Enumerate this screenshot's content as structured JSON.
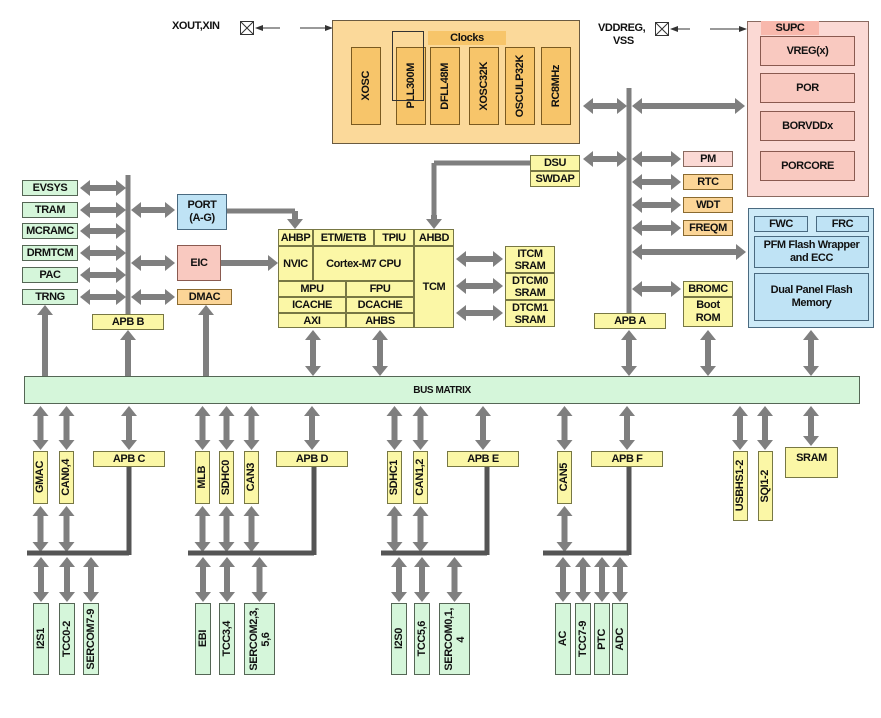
{
  "diagram": {
    "type": "microcontroller-block-diagram",
    "pins": {
      "clock_pins": "XOUT,XIN",
      "power_pins_line1": "VDDREG,",
      "power_pins_line2": "VSS"
    },
    "clocks": {
      "title": "Clocks",
      "items": [
        "XOSC",
        "PLL300M",
        "DFLL48M",
        "XOSC32K",
        "OSCULP32K",
        "RC8MHz"
      ]
    },
    "supc": {
      "title": "SUPC",
      "items": [
        "VREG(x)",
        "POR",
        "BORVDDx",
        "PORCORE"
      ]
    },
    "apb_b_peripherals_left": [
      "EVSYS",
      "TRAM",
      "MCRAMC",
      "DRMTCM",
      "PAC",
      "TRNG"
    ],
    "port": {
      "line1": "PORT",
      "line2": "(A-G)"
    },
    "eic": "EIC",
    "dmac": "DMAC",
    "apb_b": "APB B",
    "dsu": "DSU",
    "swdap": "SWDAP",
    "cpu": {
      "ahbp": "AHBP",
      "etm": "ETM/ETB",
      "tpiu": "TPIU",
      "ahbd": "AHBD",
      "nvic": "NVIC",
      "core": "Cortex-M7 CPU",
      "tcm": "TCM",
      "mpu": "MPU",
      "fpu": "FPU",
      "icache": "ICACHE",
      "dcache": "DCACHE",
      "axi": "AXI",
      "ahbs": "AHBS"
    },
    "tcm_srams": [
      {
        "line1": "ITCM",
        "line2": "SRAM"
      },
      {
        "line1": "DTCM0",
        "line2": "SRAM"
      },
      {
        "line1": "DTCM1",
        "line2": "SRAM"
      }
    ],
    "apb_a_peripherals": [
      "PM",
      "RTC",
      "WDT",
      "FREQM"
    ],
    "bromc": "BROMC",
    "boot_rom": {
      "line1": "Boot",
      "line2": "ROM"
    },
    "apb_a": "APB A",
    "flash": {
      "fwc": "FWC",
      "frc": "FRC",
      "wrapper": "PFM Flash Wrapper and ECC",
      "memory": "Dual Panel Flash Memory"
    },
    "bus_matrix": "BUS MATRIX",
    "lower_groups": [
      {
        "bridge": "APB C",
        "masters": [
          "GMAC",
          "CAN0,4"
        ],
        "peripherals": [
          "I2S1",
          "TCC0-2",
          "SERCOM7-9"
        ]
      },
      {
        "bridge": "APB D",
        "masters": [
          "MLB",
          "SDHC0",
          "CAN3"
        ],
        "peripherals": [
          "EBI",
          "TCC3,4",
          "SERCOM2,3,\n5,6"
        ]
      },
      {
        "bridge": "APB E",
        "masters": [
          "SDHC1",
          "CAN1,2"
        ],
        "peripherals": [
          "I2S0",
          "TCC5,6",
          "SERCOM0,1,\n4"
        ]
      },
      {
        "bridge": "APB F",
        "masters": [
          "CAN5"
        ],
        "peripherals": [
          "AC",
          "TCC7-9",
          "PTC",
          "ADC"
        ]
      }
    ],
    "right_slaves": [
      "USBHS1-2",
      "SQI1-2"
    ],
    "sram": "SRAM"
  }
}
